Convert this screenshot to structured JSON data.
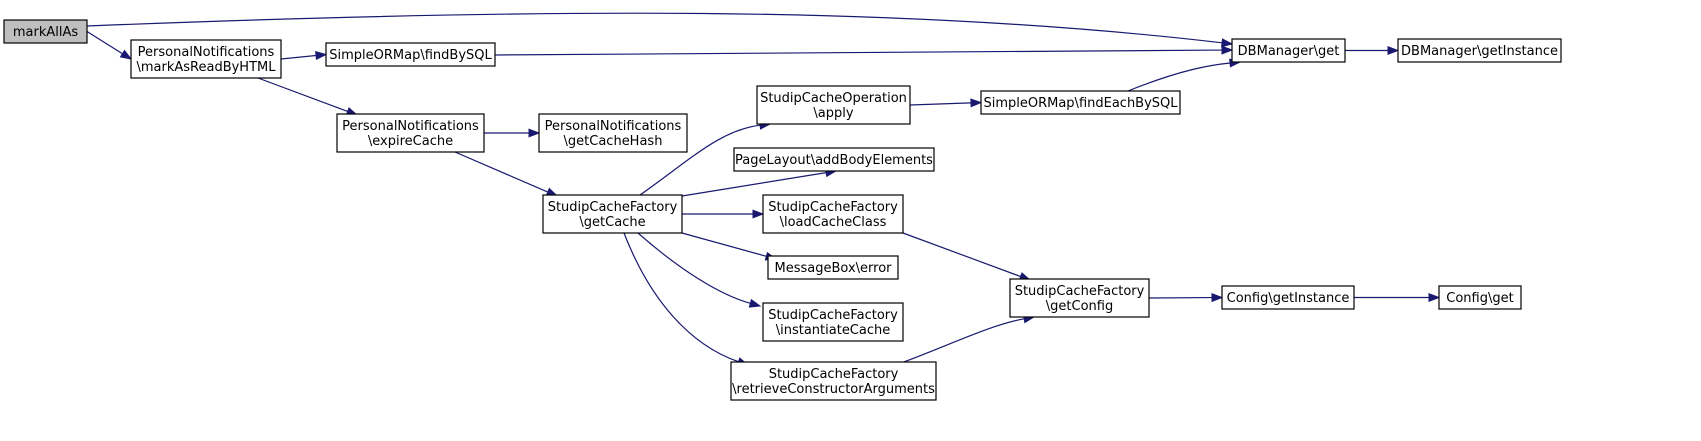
{
  "graph": {
    "nodes": {
      "markAllAs": {
        "lines": [
          "markAllAs"
        ],
        "root": true
      },
      "pn_markAsRead": {
        "lines": [
          "PersonalNotifications",
          "\\markAsReadByHTML"
        ]
      },
      "orm_findBySQL": {
        "lines": [
          "SimpleORMap\\findBySQL"
        ]
      },
      "db_get": {
        "lines": [
          "DBManager\\get"
        ]
      },
      "db_getInstance": {
        "lines": [
          "DBManager\\getInstance"
        ]
      },
      "pn_expireCache": {
        "lines": [
          "PersonalNotifications",
          "\\expireCache"
        ]
      },
      "pn_getCacheHash": {
        "lines": [
          "PersonalNotifications",
          "\\getCacheHash"
        ]
      },
      "scf_getCache": {
        "lines": [
          "StudipCacheFactory",
          "\\getCache"
        ]
      },
      "sco_apply": {
        "lines": [
          "StudipCacheOperation",
          "\\apply"
        ]
      },
      "orm_findEachBySQL": {
        "lines": [
          "SimpleORMap\\findEachBySQL"
        ]
      },
      "pl_addBodyElements": {
        "lines": [
          "PageLayout\\addBodyElements"
        ]
      },
      "scf_loadCacheClass": {
        "lines": [
          "StudipCacheFactory",
          "\\loadCacheClass"
        ]
      },
      "mb_error": {
        "lines": [
          "MessageBox\\error"
        ]
      },
      "scf_instantiateCache": {
        "lines": [
          "StudipCacheFactory",
          "\\instantiateCache"
        ]
      },
      "scf_retrieveArgs": {
        "lines": [
          "StudipCacheFactory",
          "\\retrieveConstructorArguments"
        ]
      },
      "scf_getConfig": {
        "lines": [
          "StudipCacheFactory",
          "\\getConfig"
        ]
      },
      "cfg_getInstance": {
        "lines": [
          "Config\\getInstance"
        ]
      },
      "cfg_get": {
        "lines": [
          "Config\\get"
        ]
      }
    },
    "edges": [
      [
        "markAllAs",
        "pn_markAsRead"
      ],
      [
        "markAllAs",
        "db_get"
      ],
      [
        "pn_markAsRead",
        "orm_findBySQL"
      ],
      [
        "pn_markAsRead",
        "pn_expireCache"
      ],
      [
        "orm_findBySQL",
        "db_get"
      ],
      [
        "db_get",
        "db_getInstance"
      ],
      [
        "pn_expireCache",
        "pn_getCacheHash"
      ],
      [
        "pn_expireCache",
        "scf_getCache"
      ],
      [
        "scf_getCache",
        "sco_apply"
      ],
      [
        "scf_getCache",
        "pl_addBodyElements"
      ],
      [
        "scf_getCache",
        "scf_loadCacheClass"
      ],
      [
        "scf_getCache",
        "mb_error"
      ],
      [
        "scf_getCache",
        "scf_instantiateCache"
      ],
      [
        "scf_getCache",
        "scf_retrieveArgs"
      ],
      [
        "sco_apply",
        "orm_findEachBySQL"
      ],
      [
        "orm_findEachBySQL",
        "db_get"
      ],
      [
        "scf_loadCacheClass",
        "scf_getConfig"
      ],
      [
        "scf_retrieveArgs",
        "scf_getConfig"
      ],
      [
        "scf_getConfig",
        "cfg_getInstance"
      ],
      [
        "cfg_getInstance",
        "cfg_get"
      ]
    ]
  },
  "colors": {
    "edge": "#191970",
    "node_border": "#000000",
    "node_fill": "#ffffff",
    "root_fill": "#bfbfbf"
  }
}
